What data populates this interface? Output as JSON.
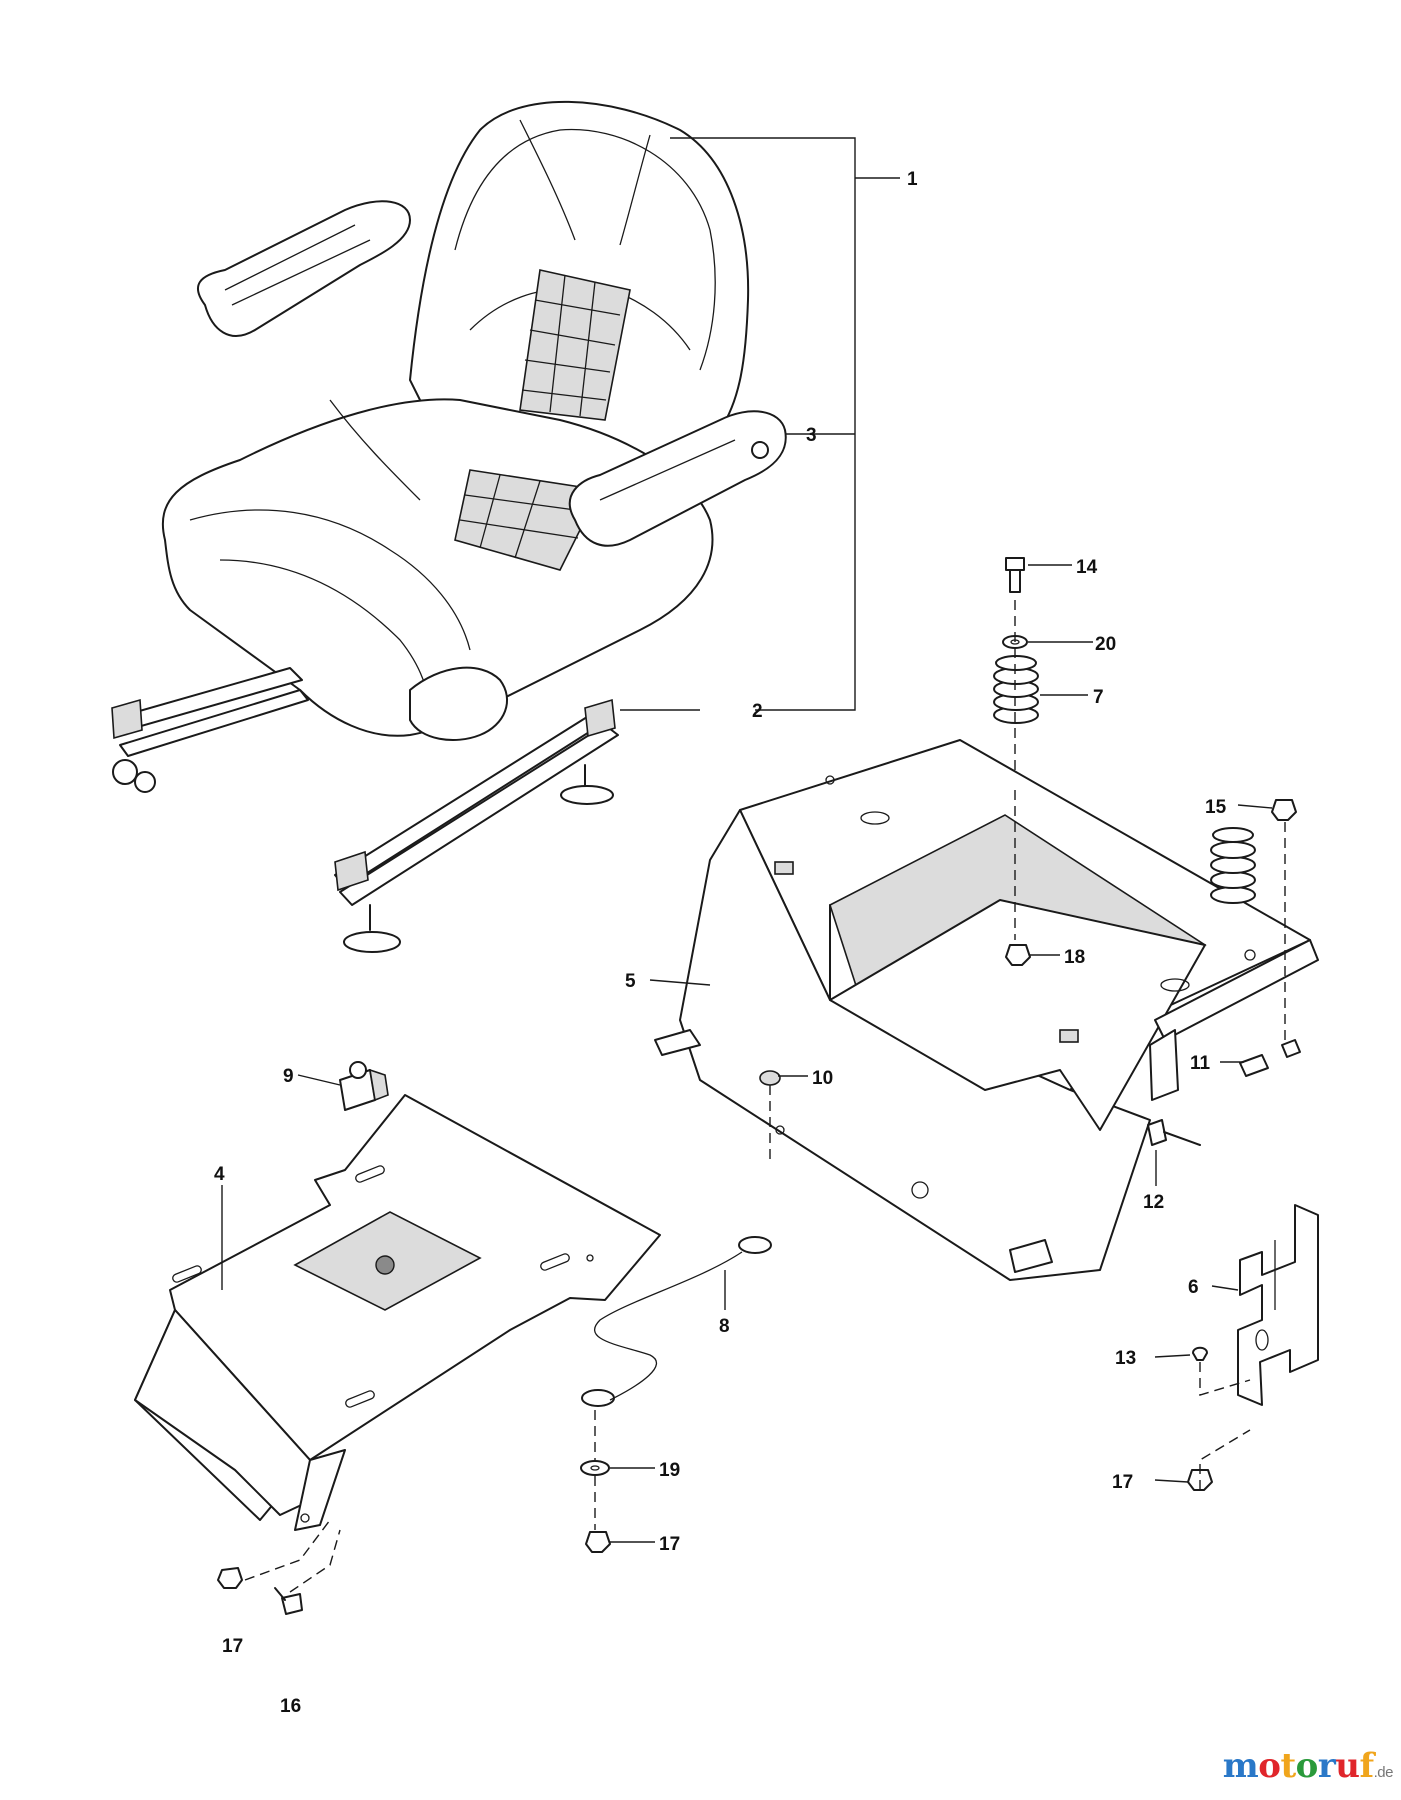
{
  "diagram": {
    "callouts": {
      "c1": "1",
      "c2": "2",
      "c3": "3",
      "c4": "4",
      "c5": "5",
      "c6": "6",
      "c7": "7",
      "c8": "8",
      "c9": "9",
      "c10": "10",
      "c11": "11",
      "c12": "12",
      "c13": "13",
      "c14": "14",
      "c15": "15",
      "c16": "16",
      "c17a": "17",
      "c17b": "17",
      "c17c": "17",
      "c18": "18",
      "c19": "19",
      "c20": "20"
    }
  },
  "watermark": {
    "letters": [
      "m",
      "o",
      "t",
      "o",
      "r",
      "u",
      "f"
    ],
    "colors": [
      "#2a78c8",
      "#e0262b",
      "#f0a51c",
      "#2a9a3b",
      "#2a78c8",
      "#e0262b",
      "#f0a51c"
    ],
    "suffix": ".de"
  }
}
